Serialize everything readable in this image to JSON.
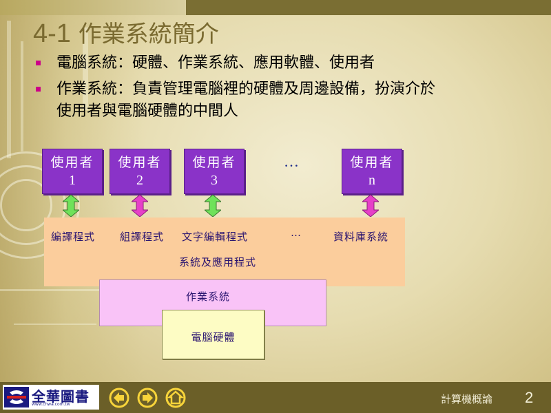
{
  "slide": {
    "title_number": "4-1",
    "title_text": "作業系統簡介",
    "bullets": [
      {
        "text": "電腦系統：硬體、作業系統、應用軟體、使用者"
      },
      {
        "text": "作業系統：負責管理電腦裡的硬體及周邊設備，扮演介於"
      },
      {
        "text": "使用者與電腦硬體的中間人"
      }
    ]
  },
  "diagram": {
    "users": [
      {
        "line1": "使用者",
        "line2": "1",
        "arrow_color": "#6fe25a"
      },
      {
        "line1": "使用者",
        "line2": "2",
        "arrow_color": "#e640c8"
      },
      {
        "line1": "使用者",
        "line2": "3",
        "arrow_color": "#6fe25a"
      },
      {
        "line1": "使用者",
        "line2": "n",
        "arrow_color": "#e640c8"
      }
    ],
    "ellipsis_top": "…",
    "apps": [
      "編譯程式",
      "組譯程式",
      "文字編輯程式",
      "…",
      "資料庫系統"
    ],
    "apps_caption": "系統及應用程式",
    "os_label": "作業系統",
    "hardware_label": "電腦硬體",
    "colors": {
      "user_box": "#8a33c8",
      "apps_layer": "#fbcd9c",
      "os_layer": "#f9c3f7",
      "hardware_layer": "#fdfcc4"
    }
  },
  "footer": {
    "logo_name": "全華圖書",
    "logo_sub": "www.chwa.com.tw",
    "nav": [
      {
        "icon": "arrow-left-icon"
      },
      {
        "icon": "arrow-right-icon"
      },
      {
        "icon": "home-icon"
      }
    ],
    "course": "計算機概論",
    "page": "2"
  }
}
